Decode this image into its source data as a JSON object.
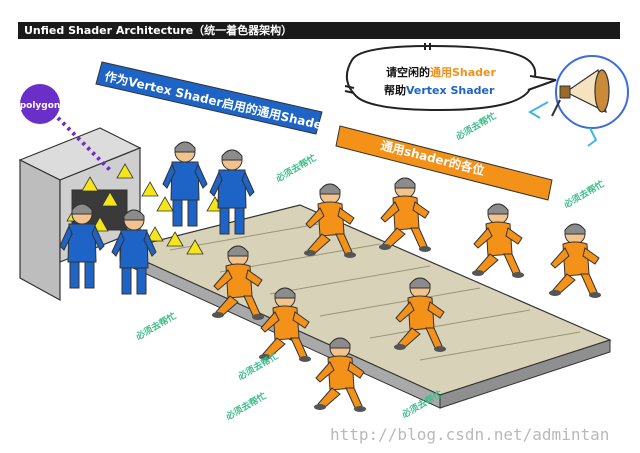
{
  "title": "Unfied Shader Architecture（统一着色器架构）",
  "banner_vertex": "作为Vertex Shader启用的通用Shader",
  "banner_generic": "通用shader的各位",
  "speech": {
    "line1_prefix": "请空闲的",
    "line1_highlight": "通用Shader",
    "line2_prefix": "帮助",
    "line2_highlight": "Vertex Shader"
  },
  "polygon_label": "polygon",
  "help_label": "必须去帮忙",
  "watermark": "http://blog.csdn.net/admintan",
  "colors": {
    "blue_worker": "#1e63c6",
    "orange_worker": "#f39119",
    "banner_blue": "#1e63c6",
    "banner_orange": "#f39119",
    "help_text": "#3cc08a",
    "polygon_dot": "#6a2ec9",
    "triangle": "#f5e61a"
  }
}
